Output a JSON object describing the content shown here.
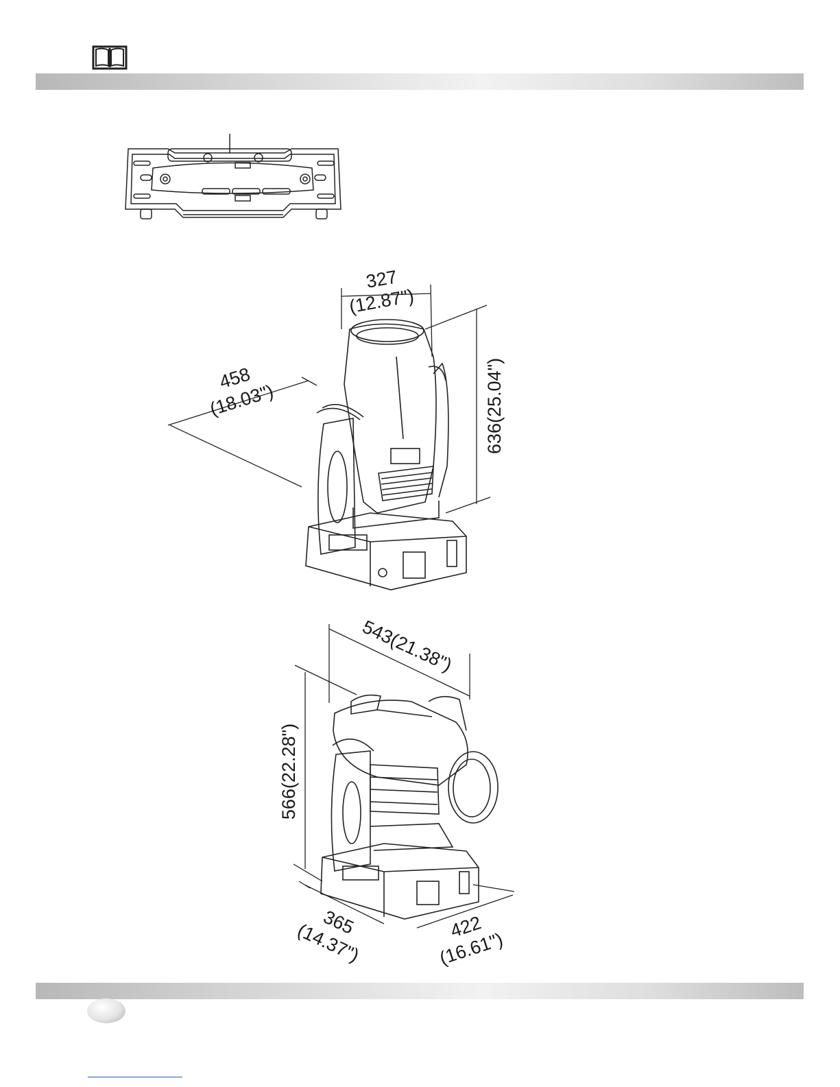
{
  "header": {
    "icon": "book-icon"
  },
  "footer": {
    "page_marker": "page-number-circle",
    "link_underline": true
  },
  "figures": {
    "back_view": {
      "icon": "fixture-back-view-drawing"
    },
    "upright_view": {
      "width_mm": "327",
      "width_in": "(12.87\")",
      "depth_mm": "458",
      "depth_in": "(18.03\")",
      "height": "636(25.04\")"
    },
    "tilted_view": {
      "length": "543(21.38\")",
      "height": "566(22.28\")",
      "depth_mm": "365",
      "depth_in": "(14.37\")",
      "width_mm": "422",
      "width_in": "(16.61\")"
    }
  }
}
